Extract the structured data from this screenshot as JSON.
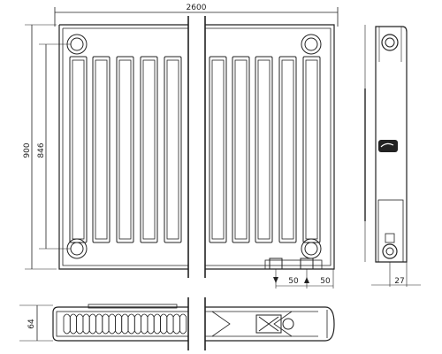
{
  "drawing": {
    "kind": "radiator technical drawing",
    "dimensions": {
      "total_width": "2600",
      "total_height": "900",
      "connection_centers": "846",
      "offset_left": "50",
      "offset_right": "50",
      "side_offset": "27",
      "depth": "64"
    },
    "front_view": {
      "fins_per_half": 5,
      "halves": 2
    },
    "colors": {
      "line": "#222222",
      "background": "#ffffff",
      "logo_fill": "#222222"
    },
    "icons": [
      "pipe-connector-icon",
      "brand-logo-icon"
    ]
  }
}
